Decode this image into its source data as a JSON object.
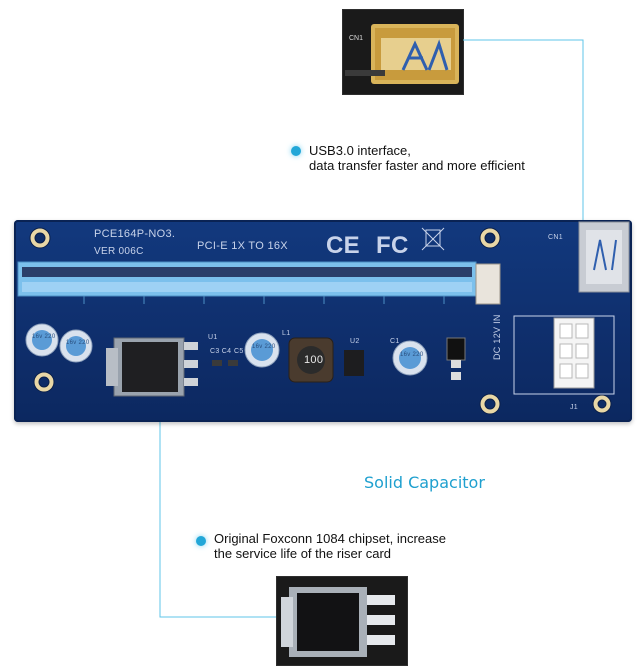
{
  "callouts": {
    "usb": {
      "line1": "USB3.0 interface,",
      "line2": "data transfer faster and more efficient"
    },
    "capacitor": {
      "label": "Solid Capacitor"
    },
    "chipset": {
      "line1": "Original Foxconn 1084 chipset, increase",
      "line2": "the service life of the riser card"
    }
  },
  "board": {
    "model": "PCE164P-NO3.",
    "version": "VER 006C",
    "slot_text": "PCI-E 1X TO 16X",
    "ce_mark": "CE",
    "fc_mark": "FC",
    "power_label": "DC 12V IN",
    "inductor_code": "100",
    "cap_left1": "16v 220",
    "cap_left2": "16v 220",
    "cap_mid": "16v 220",
    "cap_right": "16v 220",
    "ref_cn1": "CN1",
    "ref_u1": "U1",
    "ref_u2": "U2",
    "ref_l1": "L1",
    "ref_j1": "J1",
    "ref_c3c4": "C3 C4",
    "ref_c5": "C5",
    "ref_c1": "C1"
  },
  "colors": {
    "accent": "#1fa0cf",
    "pcb_blue": "#12397e",
    "slot_blue": "#6fb6e6"
  }
}
